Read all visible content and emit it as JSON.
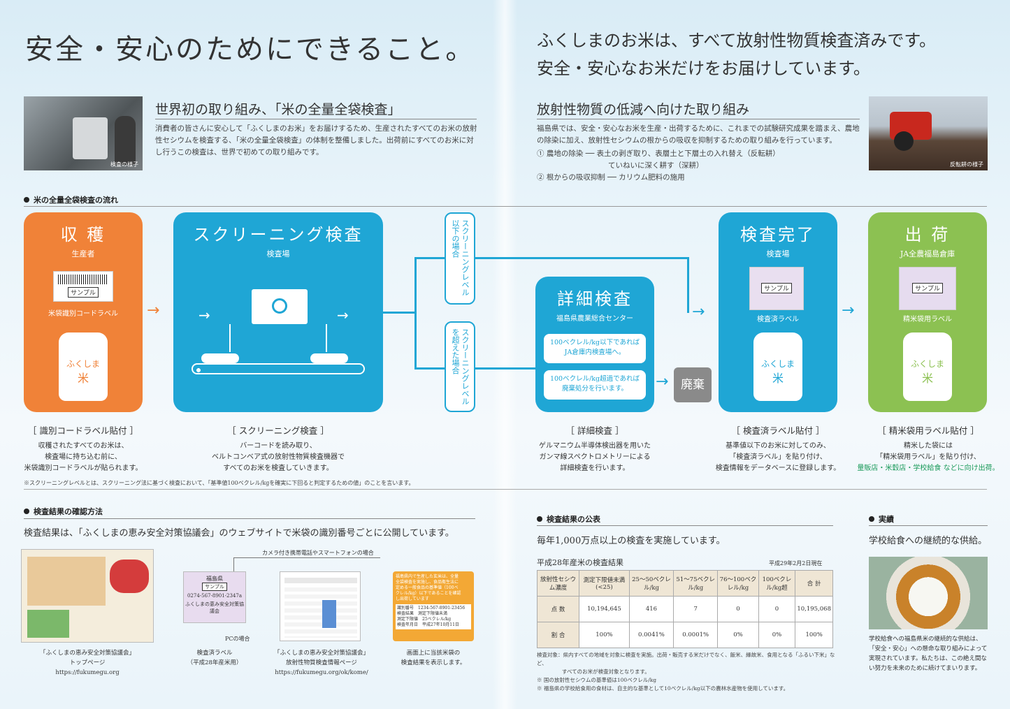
{
  "header": {
    "main_title": "安全・安心のためにできること。",
    "right_line1": "ふくしまのお米は、すべて放射性物質検査済みです。",
    "right_line2": "安全・安心なお米だけをお届けしています。"
  },
  "left_section": {
    "heading": "世界初の取り組み、「米の全量全袋検査」",
    "body": "消費者の皆さんに安心して「ふくしまのお米」をお届けするため、生産されたすべてのお米の放射性セシウムを検査する、「米の全量全袋検査」の体制を整備しました。出荷前にすべてのお米に対し行うこの検査は、世界で初めての取り組みです。",
    "photo_caption": "検査の様子"
  },
  "right_section": {
    "heading": "放射性物質の低減へ向けた取り組み",
    "body": "福島県では、安全・安心なお米を生産・出荷するために、これまでの試験研究成果を踏まえ、農地の除染に加え、放射性セシウムの根からの吸収を抑制するための取り組みを行っています。",
    "item1_label": "① 農地の除染",
    "item1_text": "表土の剥ぎ取り、表層土と下層土の入れ替え（反転耕）",
    "item1_text2": "ていねいに深く耕す（深耕）",
    "item2_label": "② 根からの吸収抑制",
    "item2_text": "カリウム肥料の施用",
    "photo_caption": "反転耕の様子"
  },
  "flow": {
    "heading": "米の全量全袋検査の流れ",
    "harvest": {
      "title": "収 穫",
      "sub": "生産者",
      "label_text": "米袋識別コードラベル",
      "card_text": "サンプル",
      "bag_text1": "ふくしま",
      "bag_text2": "米"
    },
    "screening": {
      "title": "スクリーニング検査",
      "sub": "検査場"
    },
    "below_level": "スクリーニングレベル以下の場合",
    "above_level": "スクリーニングレベルを超えた場合",
    "detail": {
      "title": "詳細検査",
      "sub": "福島県農業総合センター",
      "note1": "100ベクレル/kg以下であれば JA倉庫内検査場へ。",
      "note2": "100ベクレル/kg超過であれば 廃棄処分を行います。"
    },
    "discard": "廃棄",
    "complete": {
      "title": "検査完了",
      "sub": "検査場",
      "label_text": "検査済ラベル",
      "card_text": "サンプル",
      "bag_text1": "ふくしま",
      "bag_text2": "米"
    },
    "shipping": {
      "title": "出 荷",
      "sub": "JA全農福島倉庫",
      "label_text": "精米袋用ラベル",
      "card_text": "サンプル",
      "bag_text1": "ふくしま",
      "bag_text2": "米"
    }
  },
  "captions": [
    {
      "head": "［ 識別コードラベル貼付 ］",
      "body": [
        "収穫されたすべてのお米は、",
        "検査場に持ち込む前に、",
        "米袋識別コードラベルが貼られます。"
      ]
    },
    {
      "head": "［ スクリーニング検査 ］",
      "body": [
        "バーコードを読み取り、",
        "ベルトコンベア式の放射性物質検査機器で",
        "すべてのお米を検査していきます。"
      ]
    },
    {
      "head": "［ 詳細検査 ］",
      "body": [
        "ゲルマニウム半導体検出器を用いた",
        "ガンマ線スペクトロメトリーによる",
        "詳細検査を行います。"
      ]
    },
    {
      "head": "［ 検査済ラベル貼付 ］",
      "body": [
        "基準値以下のお米に対してのみ、",
        "「検査済ラベル」を貼り付け、",
        "検査情報をデータベースに登録します。"
      ]
    },
    {
      "head": "［ 精米袋用ラベル貼付 ］",
      "body": [
        "精米した袋には",
        "「精米袋用ラベル」を貼り付け、",
        "量販店・米穀店・学校給食 などに向け出荷。"
      ]
    }
  ],
  "footnote": "※スクリーニングレベルとは、スクリーニング法に基づく検査において、「基準値100ベクレル/kgを確実に下回ると判定するための値」のことを言います。",
  "confirm": {
    "heading": "検査結果の確認方法",
    "lead": "検査結果は、「ふくしまの恵み安全対策協議会」のウェブサイトで米袋の識別番号ごとに公開しています。",
    "phone_note": "カメラ付き携帯電話やスマートフォンの場合",
    "pc_note": "PCの場合",
    "site_caption": [
      "「ふくしまの恵み安全対策協議会」",
      "トップページ",
      "https://fukumegu.org"
    ],
    "label_caption": [
      "検査済ラベル",
      "（平成28年産米用）"
    ],
    "page_caption": [
      "「ふくしまの恵み安全対策協議会」",
      "放射性物質検査情報ページ",
      "https://fukumegu.org/ok/kome/"
    ],
    "screen_caption": [
      "画面上に当該米袋の",
      "検査結果を表示します。"
    ],
    "label_card": {
      "top": "福島県",
      "sample": "サンプル",
      "code": "0274-567-8901-2347a",
      "org": "ふくしまの恵み安全対策協議会"
    },
    "screen_text": [
      "福島県内で生産した玄米は、全量",
      "全袋検査を実施し、食品衛生法に",
      "定める一般食品の基準値（100ベ",
      "クレル/kg）以下であることを確認",
      "し出荷しています"
    ],
    "screen_rows": [
      "識別番号　1234-567-8901-23456",
      "検査結果　測定下限値未満",
      "測定下限値　25ベクレル/kg",
      "検査年月日　平成27年10月11日"
    ]
  },
  "results": {
    "heading": "検査結果の公表",
    "lead": "毎年1,000万点以上の検査を実施しています。",
    "table_title": "平成28年産米の検査結果",
    "table_date": "平成29年2月2日現在",
    "headers": [
      "放射性セシウム濃度",
      "測定下限値未満(<25)",
      "25～50ベクレル/kg",
      "51～75ベクレル/kg",
      "76～100ベクレル/kg",
      "100ベクレル/kg超",
      "合 計"
    ],
    "row_count": [
      "点 数",
      "10,194,645",
      "416",
      "7",
      "0",
      "0",
      "10,195,068"
    ],
    "row_ratio": [
      "割 合",
      "100%",
      "0.0041%",
      "0.0001%",
      "0%",
      "0%",
      "100%"
    ],
    "notes": [
      "検査対象：県内すべての地域を対象に検査を実施。出荷・販売する米だけでなく、飯米、縁故米、食用となる「ふるい下米」など、",
      "すべてのお米が検査対象となります。",
      "※ 国の放射性セシウムの基準値は100ベクレル/kg",
      "※ 福島県の学校給食用の食材は、自主的な基準として10ベクレル/kg以下の農林水産物を使用しています。"
    ]
  },
  "achievement": {
    "heading": "実績",
    "lead": "学校給食への継続的な供給。",
    "body": "学校給食への福島県米の継続的な供給は、「安全・安心」への懸命な取り組みによって実現されています。私たちは、この絶え間ない努力を未来のために続けてまいります。"
  },
  "colors": {
    "orange": "#f08238",
    "blue": "#1fa6d5",
    "green": "#8cc152",
    "gray": "#8a8a8a"
  }
}
